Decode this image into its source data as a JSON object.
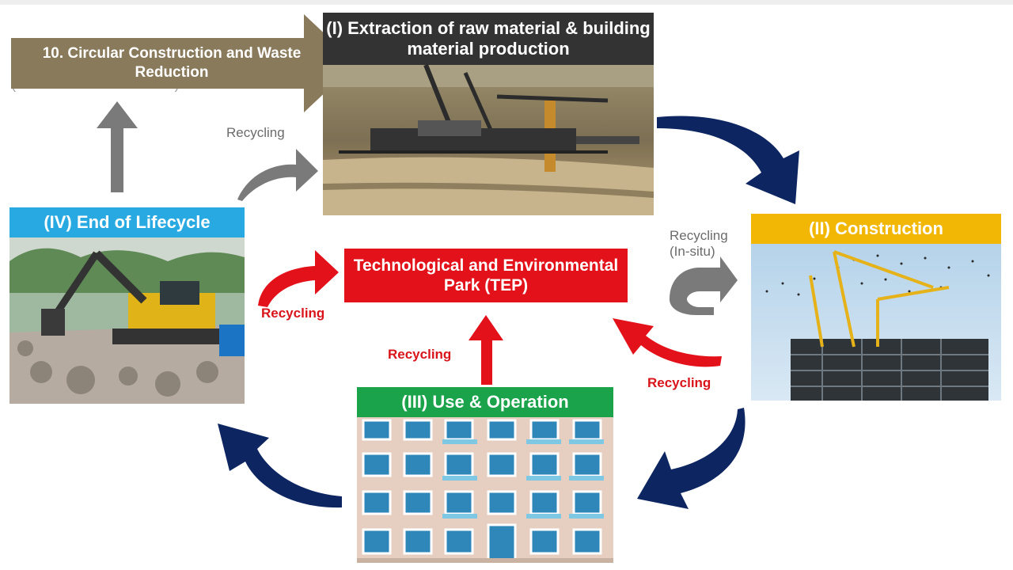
{
  "title_banner": "10. Circular Construction and Waste Reduction",
  "hidden_text": "(Landfill + other industries)",
  "stages": {
    "extraction": "(I) Extraction of raw material & building material production",
    "construction": "(II) Construction",
    "use": "(III) Use & Operation",
    "end": "(IV) End of Lifecycle"
  },
  "center": "Technological and Environmental Park (TEP)",
  "recycling_labels": {
    "top": "Recycling",
    "in_situ": "Recycling (In-situ)",
    "left_red": "Recycling",
    "bottom_red": "Recycling",
    "right_red": "Recycling"
  },
  "colors": {
    "extraction_header": "#333333",
    "construction_header": "#f2b705",
    "use_header": "#1aa34a",
    "end_header": "#29a9e1",
    "tep": "#e3111a",
    "cycle_arrow": "#0d2560",
    "gray_arrow": "#7a7a7a",
    "banner": "#8a7a5c"
  },
  "images": {
    "extraction": "bucket-wheel-excavator-photo",
    "construction": "tower-crane-photo",
    "use": "apartment-facade-photo",
    "end": "demolition-excavator-photo"
  }
}
